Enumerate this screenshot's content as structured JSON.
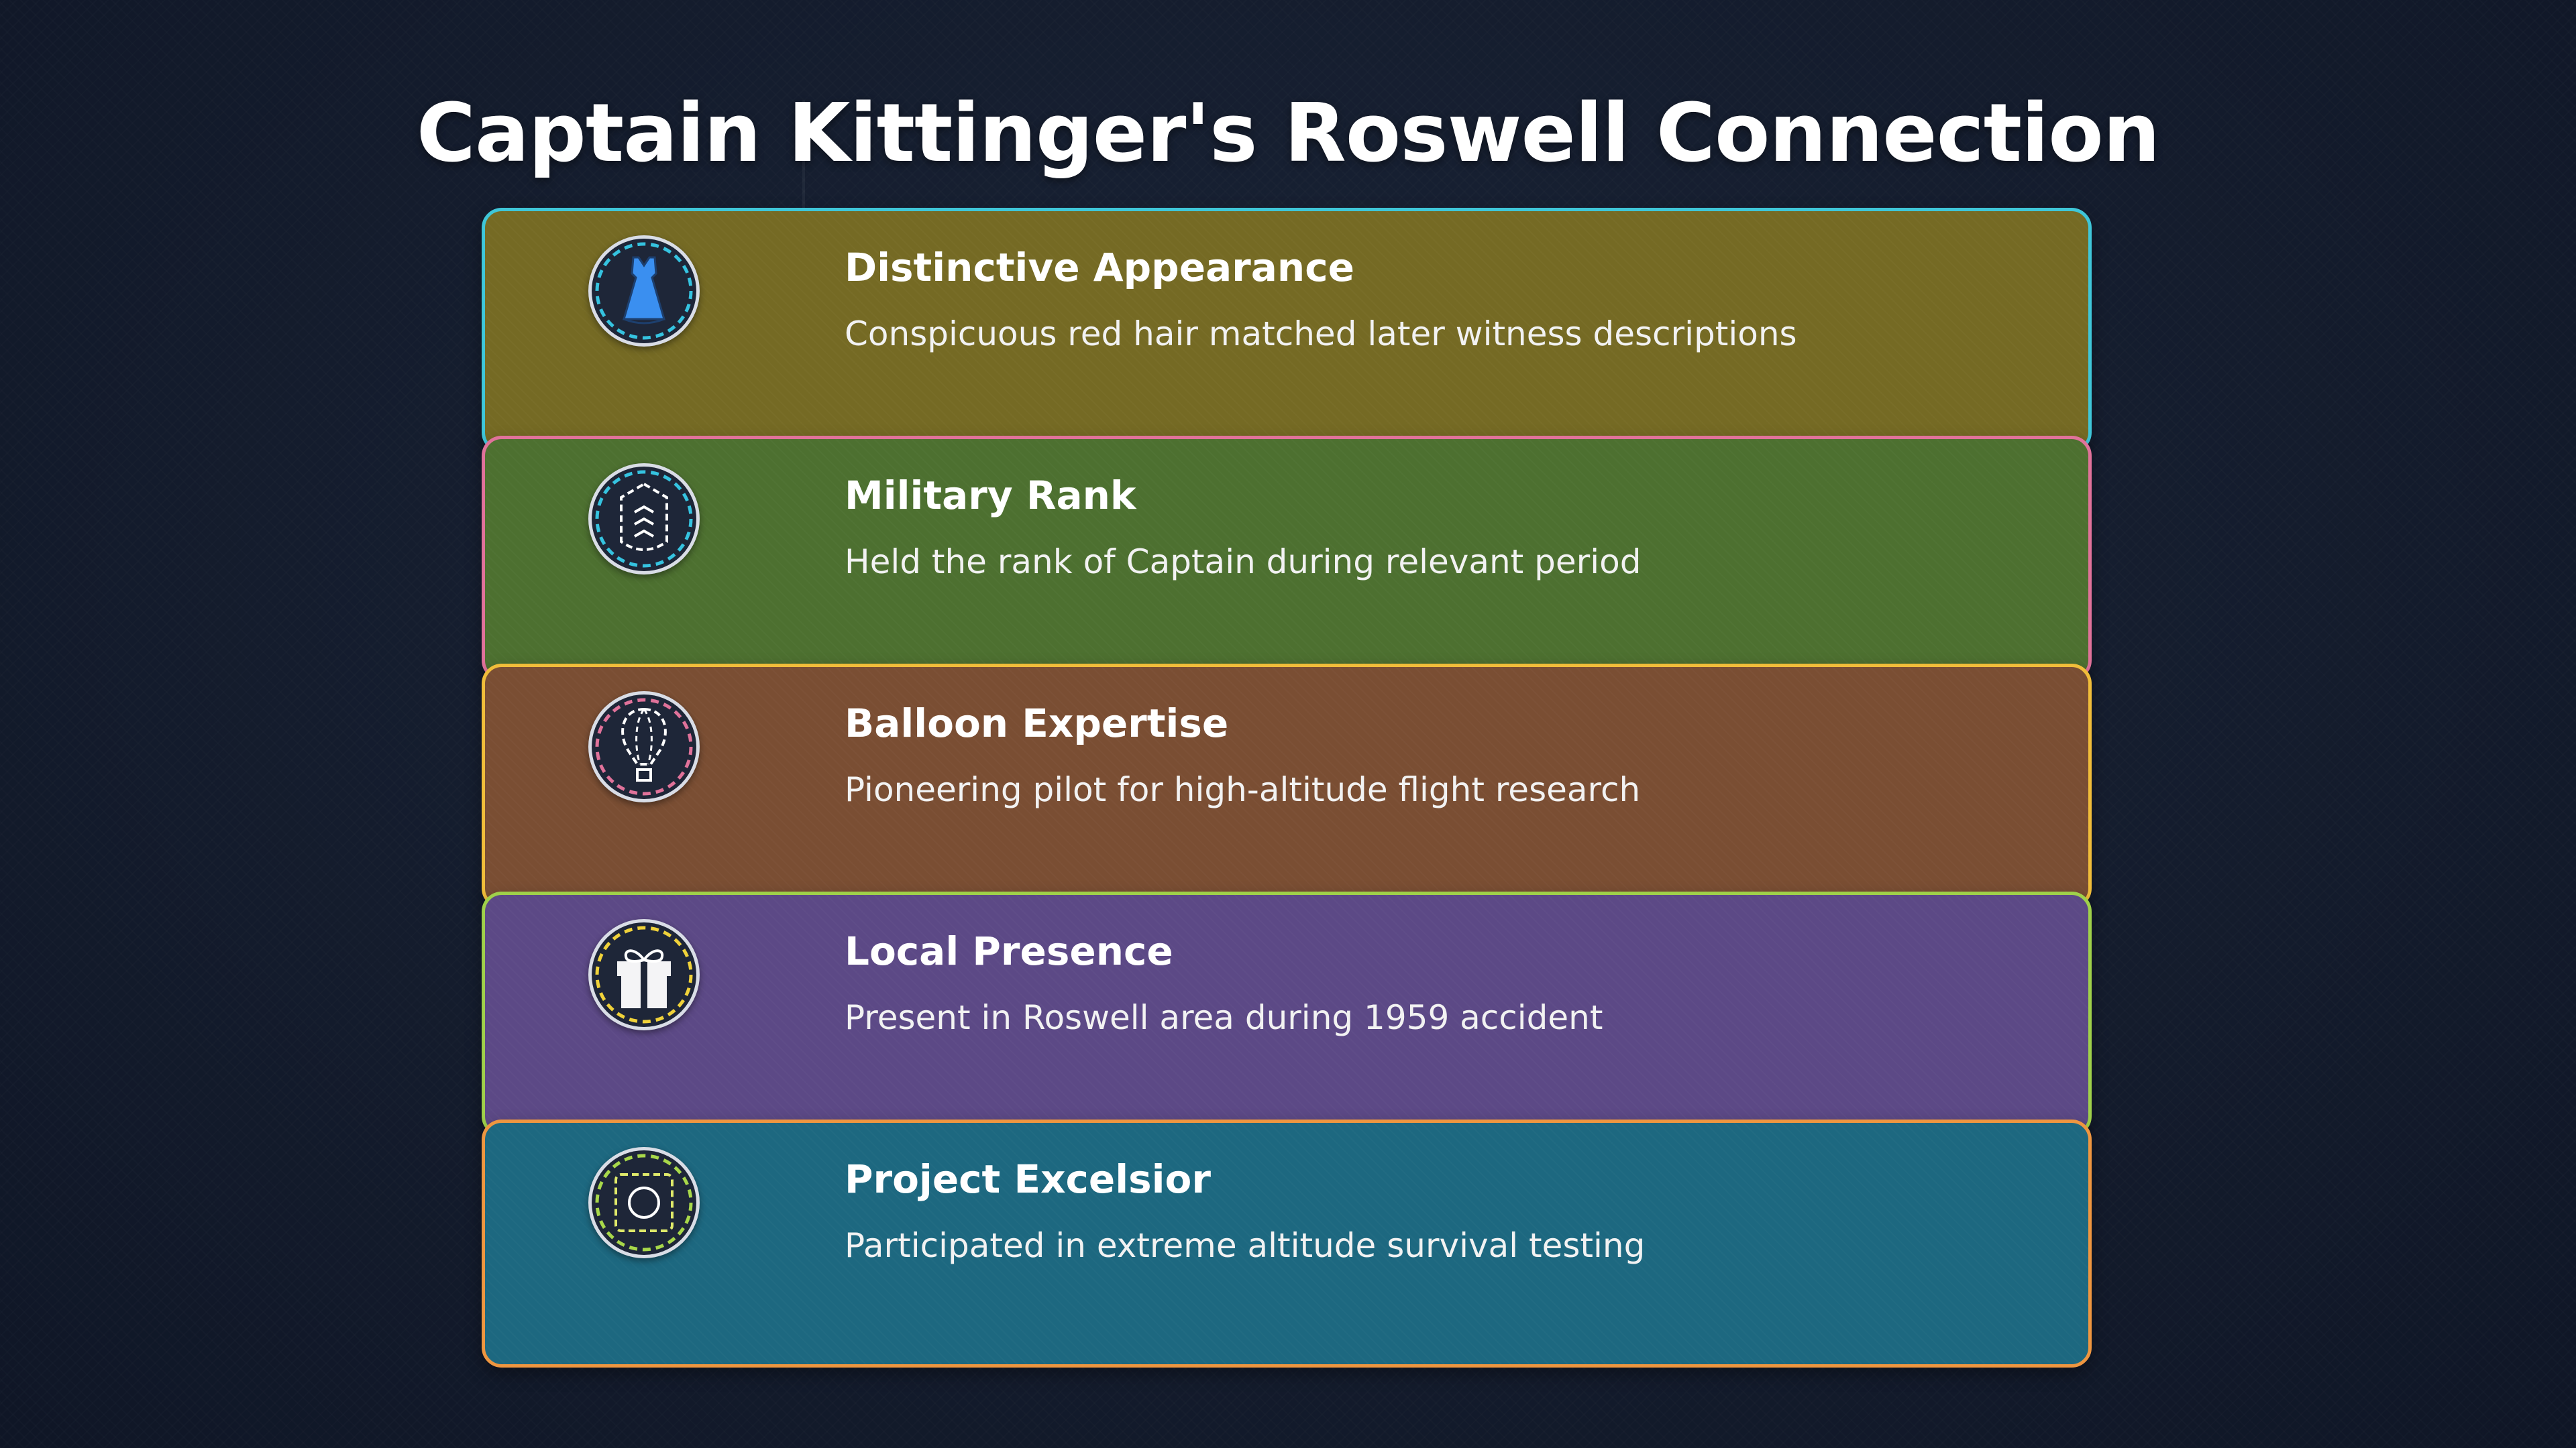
{
  "title": "Captain Kittinger's Roswell Connection",
  "cards": [
    {
      "title": "Distinctive Appearance",
      "description": "Conspicuous red hair matched later witness descriptions",
      "icon": "dress-icon",
      "bg_color": "#756a24",
      "border_color": "#3fc6d8",
      "ring_color": "#35c3e0"
    },
    {
      "title": "Military Rank",
      "description": "Held the rank of Captain during relevant period",
      "icon": "rank-chevrons-icon",
      "bg_color": "#4d7030",
      "border_color": "#e0729a",
      "ring_color": "#35c3e0"
    },
    {
      "title": "Balloon Expertise",
      "description": "Pioneering pilot for high-altitude flight research",
      "icon": "hot-air-balloon-icon",
      "bg_color": "#7a4e33",
      "border_color": "#f0bd3a",
      "ring_color": "#e0729a"
    },
    {
      "title": "Local Presence",
      "description": "Present in Roswell area during 1959 accident",
      "icon": "gift-box-icon",
      "bg_color": "#5c4986",
      "border_color": "#9fd04a",
      "ring_color": "#f0d23a"
    },
    {
      "title": "Project Excelsior",
      "description": "Participated in extreme altitude survival testing",
      "icon": "target-square-icon",
      "bg_color": "#1d6880",
      "border_color": "#ee9640",
      "ring_color": "#a8d84a"
    }
  ]
}
